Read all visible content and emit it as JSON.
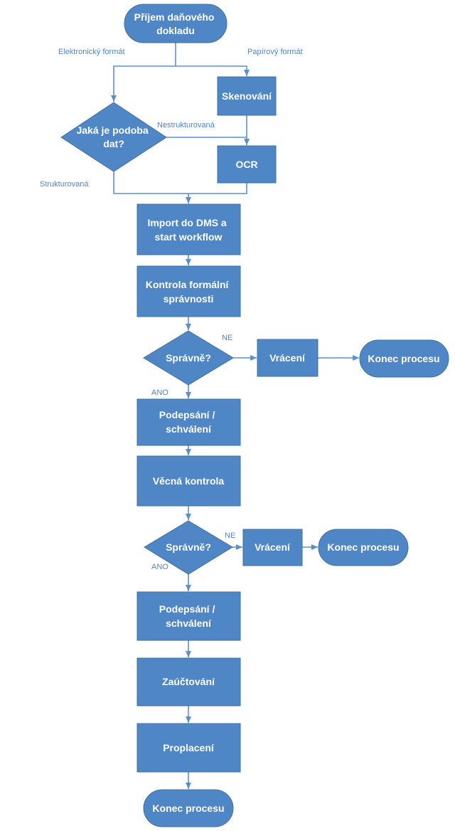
{
  "nodes": {
    "start": [
      "Příjem daňového",
      "dokladu"
    ],
    "scan": [
      "Skenování"
    ],
    "ocr": [
      "OCR"
    ],
    "decision_data": [
      "Jaká je podoba",
      "dat?"
    ],
    "import": [
      "Import do DMS a",
      "start workflow"
    ],
    "formal_check": [
      "Kontrola formální",
      "správnosti"
    ],
    "decision1": [
      "Správně?"
    ],
    "return1": [
      "Vrácení"
    ],
    "end1": [
      "Konec procesu"
    ],
    "sign1": [
      "Podepsání /",
      "schválení"
    ],
    "factual_check": [
      "Věcná kontrola"
    ],
    "decision2": [
      "Správně?"
    ],
    "return2": [
      "Vrácení"
    ],
    "end2": [
      "Konec procesu"
    ],
    "sign2": [
      "Podepsání /",
      "schválení"
    ],
    "accounting": [
      "Zaúčtování"
    ],
    "payment": [
      "Proplacení"
    ],
    "end_final": [
      "Konec procesu"
    ]
  },
  "edge_labels": {
    "electronic": "Elektronický formát",
    "paper": "Papírový formát",
    "unstructured": "Nestrukturovaná",
    "structured": "Strukturovaná",
    "no1": "NE",
    "yes1": "ANO",
    "no2": "NE",
    "yes2": "ANO"
  },
  "colors": {
    "fill": "#4f86c6",
    "line": "#5b8fc9",
    "label": "#4f86c6"
  }
}
